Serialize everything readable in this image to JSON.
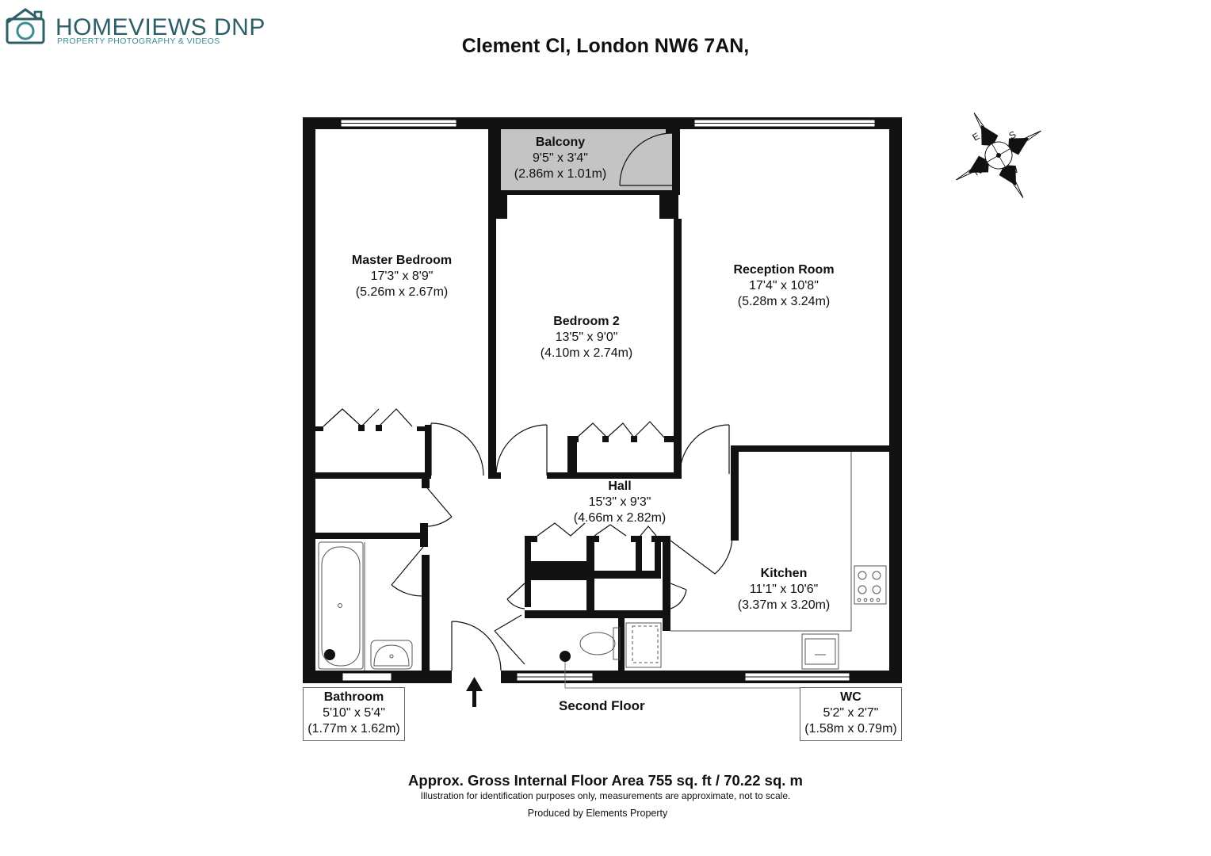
{
  "logo": {
    "name": "HOMEVIEWS DNP",
    "tagline": "PROPERTY PHOTOGRAPHY & VIDEOS",
    "color": "#2c5f66"
  },
  "title": "Clement Cl, London NW6 7AN,",
  "rooms": {
    "balcony": {
      "name": "Balcony",
      "imperial": "9'5\" x 3'4\"",
      "metric": "(2.86m x 1.01m)"
    },
    "master_bedroom": {
      "name": "Master Bedroom",
      "imperial": "17'3\" x 8'9\"",
      "metric": "(5.26m x 2.67m)"
    },
    "bedroom_2": {
      "name": "Bedroom 2",
      "imperial": "13'5\" x 9'0\"",
      "metric": "(4.10m x 2.74m)"
    },
    "reception_room": {
      "name": "Reception Room",
      "imperial": "17'4\" x 10'8\"",
      "metric": "(5.28m x 3.24m)"
    },
    "hall": {
      "name": "Hall",
      "imperial": "15'3\" x 9'3\"",
      "metric": "(4.66m x 2.82m)"
    },
    "kitchen": {
      "name": "Kitchen",
      "imperial": "11'1\" x 10'6\"",
      "metric": "(3.37m x 3.20m)"
    },
    "bathroom": {
      "name": "Bathroom",
      "imperial": "5'10\" x 5'4\"",
      "metric": "(1.77m x 1.62m)"
    },
    "wc": {
      "name": "WC",
      "imperial": "5'2\" x 2'7\"",
      "metric": "(1.58m x 0.79m)"
    }
  },
  "compass": {
    "labels": [
      "S",
      "W",
      "N",
      "E"
    ]
  },
  "floor_label": "Second Floor",
  "area": "Approx. Gross Internal Floor Area 755 sq. ft / 70.22 sq. m",
  "disclaimer": "Illustration for identification purposes only, measurements are approximate, not to scale.",
  "produced_by": "Produced by Elements Property"
}
